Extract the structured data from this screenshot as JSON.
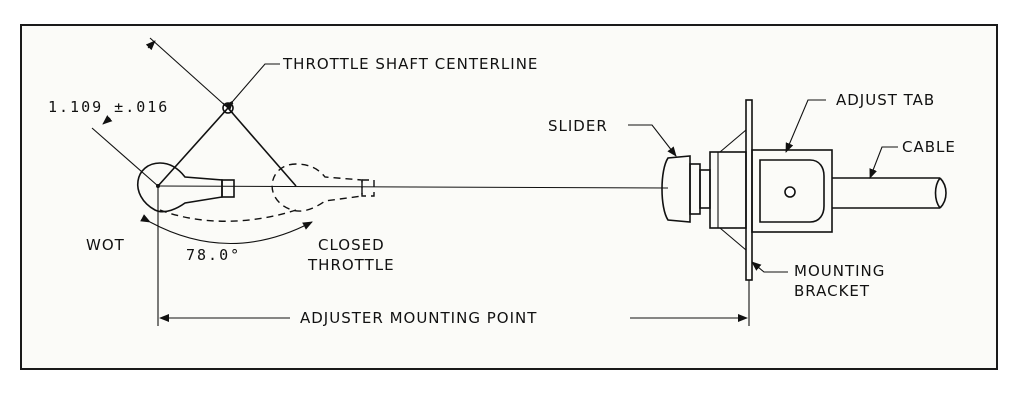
{
  "labels": {
    "throttle_shaft_centerline": "THROTTLE SHAFT CENTERLINE",
    "dimension": "1.109 ±.016",
    "adjust_tab": "ADJUST TAB",
    "slider": "SLIDER",
    "cable": "CABLE",
    "wot": "WOT",
    "angle": "78.0°",
    "closed": "CLOSED",
    "throttle": "THROTTLE",
    "mounting": "MOUNTING",
    "bracket": "BRACKET",
    "adjuster_mounting_point": "ADJUSTER MOUNTING POINT"
  },
  "colors": {
    "ink": "#111111",
    "paper": "#fbfbf8",
    "frame": "#1a1a1a"
  }
}
